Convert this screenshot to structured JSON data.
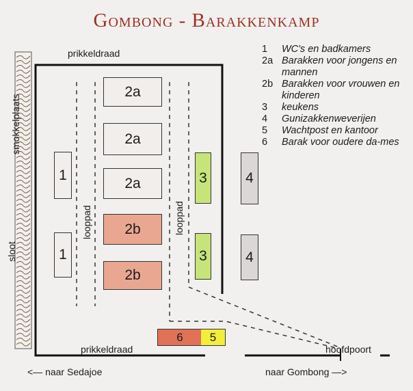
{
  "title": "Gombong - Barakkenkamp",
  "legend": [
    {
      "num": "1",
      "text": "WC's en badkamers"
    },
    {
      "num": "2a",
      "text": "Barakken voor jongens en mannen"
    },
    {
      "num": "2b",
      "text": "Barakken voor vrouwen en kinderen"
    },
    {
      "num": "3",
      "text": "keukens"
    },
    {
      "num": "4",
      "text": "Gunizakkenweverijen"
    },
    {
      "num": "5",
      "text": "Wachtpost en kantoor"
    },
    {
      "num": "6",
      "text": "Barak voor oudere da-mes"
    }
  ],
  "labels": {
    "fence_top": "prikkeldraad",
    "fence_bottom": "prikkeldraad",
    "smuggle": "smokkelplaats",
    "ditch": "sloot",
    "path_left": "looppad",
    "path_right": "looppad",
    "main_gate": "hoofdpoort",
    "to_sedajoe": "<— naar Sedajoe",
    "to_gombong": "naar Gombong —>"
  },
  "buildings": {
    "b1_top": "1",
    "b1_bottom": "1",
    "b2a_1": "2a",
    "b2a_2": "2a",
    "b2a_3": "2a",
    "b2b_1": "2b",
    "b2b_2": "2b",
    "b3_top": "3",
    "b3_bottom": "3",
    "b4_top": "4",
    "b4_bottom": "4",
    "b6": "6",
    "b5": "5"
  },
  "colors": {
    "title": "#9e2f22",
    "building_white": "#f1eeec",
    "building_2b": "#e9a792",
    "building_3": "#c7e47a",
    "building_4": "#dcd7d7",
    "building_6": "#e07257",
    "building_5": "#f2ee3a"
  }
}
